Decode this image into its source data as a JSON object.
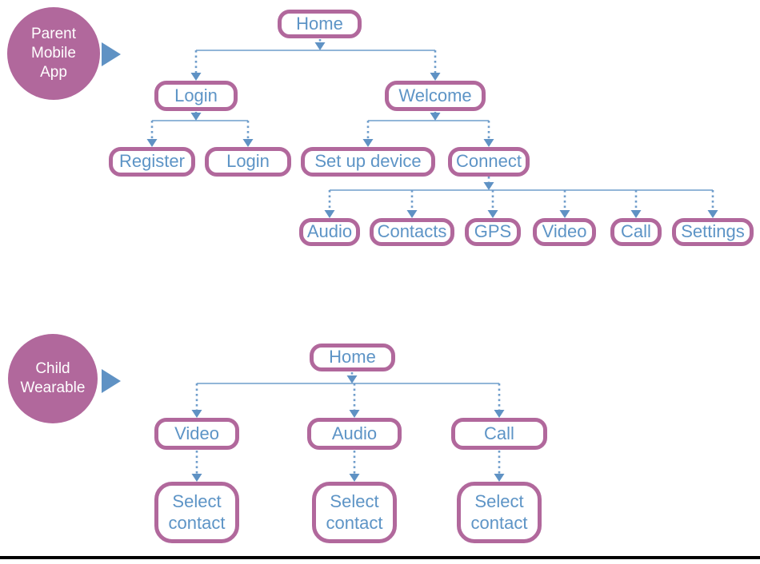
{
  "colors": {
    "mauve": "#b1689c",
    "node-text": "#5d94c6",
    "connector": "#6f9dcb",
    "arrow": "#5f92c4",
    "badge-text": "#ffffff",
    "divider": "#000000"
  },
  "parent_app": {
    "badge_label": "Parent\nMobile\nApp",
    "tree": {
      "label": "Home",
      "children": [
        {
          "label": "Login",
          "children": [
            {
              "label": "Register"
            },
            {
              "label": "Login"
            }
          ]
        },
        {
          "label": "Welcome",
          "children": [
            {
              "label": "Set up device"
            },
            {
              "label": "Connect",
              "children": [
                {
                  "label": "Audio"
                },
                {
                  "label": "Contacts"
                },
                {
                  "label": "GPS"
                },
                {
                  "label": "Video"
                },
                {
                  "label": "Call"
                },
                {
                  "label": "Settings"
                }
              ]
            }
          ]
        }
      ]
    }
  },
  "child_wearable": {
    "badge_label": "Child\nWearable",
    "tree": {
      "label": "Home",
      "children": [
        {
          "label": "Video",
          "children": [
            {
              "label": "Select\ncontact"
            }
          ]
        },
        {
          "label": "Audio",
          "children": [
            {
              "label": "Select\ncontact"
            }
          ]
        },
        {
          "label": "Call",
          "children": [
            {
              "label": "Select\ncontact"
            }
          ]
        }
      ]
    }
  }
}
